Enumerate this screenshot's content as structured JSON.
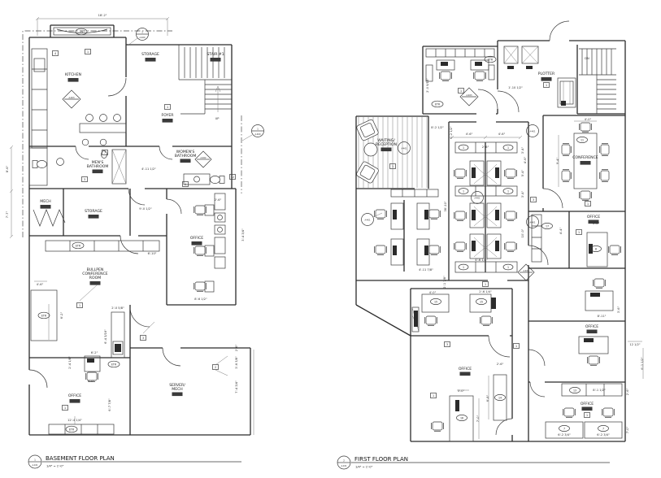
{
  "sheet_titles": {
    "basement": {
      "number": "1",
      "sheet": "A-101",
      "title": "BASEMENT FLOOR PLAN",
      "scale": "1/4\" = 1'-0\""
    },
    "first": {
      "number": "2",
      "sheet": "A-101",
      "title": "FIRST FLOOR PLAN",
      "scale": "1/4\" = 1'-0\""
    }
  },
  "basement": {
    "rooms": {
      "kitchen": "KITCHEN",
      "storage_top": "STORAGE",
      "stair": "STAIR #1",
      "foyer": "FOYER",
      "mens_l1": "MEN'S",
      "mens_l2": "BATHROOM",
      "womens_l1": "WOMEN'S",
      "womens_l2": "BATHROOM",
      "mech": "MECH",
      "storage_mid": "STORAGE",
      "office_mid": "OFFICE",
      "bullpen_l1": "BULLPEN",
      "bullpen_l2": "CONFERENCE",
      "bullpen_l3": "ROOM",
      "office_low": "OFFICE",
      "server_l1": "SERVER/",
      "server_l2": "MECH",
      "up": "UP"
    },
    "markers": {
      "a400": {
        "num": "1",
        "sheet": "A-400"
      },
      "a403": "A-403",
      "a402": "A-402"
    },
    "ovals": {
      "o15": "15",
      "etr": "ETR"
    },
    "tags": {
      "t1": "1",
      "t2": "2",
      "t3": "3",
      "t4": "4",
      "t7": "7",
      "t12": "12"
    },
    "dims": {
      "top": "18'-2\"",
      "left1": "8'-6\"",
      "left2": "7'-7\"",
      "mid1": "4'-11 1/2\"",
      "mid2": "9'-0 1/2\"",
      "cor1": "8'-6 1/2\"",
      "cor2": "2'-6\"",
      "cor3": "3'-4 3/4\"",
      "bp_top": "6'-10\"",
      "bp1": "4'-6\"",
      "bp2": "6'-2\"",
      "bp3": "2'-0 5/8\"",
      "bp4": "6'-4 3/16\"",
      "bp5": "6'-2\"",
      "off1": "8'-0\"",
      "off2": "12'-4 1/4\"",
      "off3": "6'-7 7/8\"",
      "off4": "2'-4 1/8\"",
      "srv1": "2'-6\"",
      "srv2": "3'-6 3/8\"",
      "srv3": "7'-4 3/4\""
    }
  },
  "first": {
    "rooms": {
      "plotter": "PLOTTER",
      "waiting_l1": "WAITING/",
      "waiting_l2": "RECEPTION",
      "conference": "CONFERENCE",
      "office": "OFFICE",
      "dn": "DN"
    },
    "markers": {
      "a401": "A-401",
      "a402": "A-402",
      "a403": "A-403"
    },
    "ovals": {
      "o1": "1",
      "o7": "7",
      "o8": "8",
      "o11": "11",
      "o13": "13",
      "o14": "14",
      "o15": "15",
      "o16": "16",
      "o17": "17",
      "etr": "ETR"
    },
    "tags": {
      "t1": "1",
      "t3": "3"
    },
    "dims": {
      "tl1": "2'-0 9/16\"",
      "tl2": "1'-10 1/2\"",
      "ct1": "4'-6\"",
      "ct2": "2'-6\"",
      "ct3": "3'-4\"",
      "ct4": "5'-4\"",
      "ct5": "10'-0\"",
      "ct6": "8'-2 1/2\"",
      "ct7": "36'-10\"",
      "ct8": "6'-2 1/2\"",
      "cb1": "4'-11 7/8\"",
      "cb2": "4'-6 1/2\"",
      "cf1": "4'-0\"",
      "cf2": "9'-4\"",
      "ro1": "3'-0\"",
      "ro2": "4'-4\"",
      "ro3": "8'-11\"",
      "ro4": "3'-6\"",
      "ro5": "12 1/2\"",
      "ro6": "6'-1 1/2\"",
      "bm1": "4'-0\"",
      "bm2": "2'-6 1/4\"",
      "bm3": "2'-1 7/8\"",
      "bl1": "2'-6\"",
      "bl2": "3'-0\"",
      "bl3": "6'-8\"",
      "bl4": "7'-0\"",
      "br1": "8'-1 1/2\"",
      "br2": "2'-6\"",
      "br3": "6'-2 3/4\"",
      "br4": "7'-0\""
    }
  }
}
